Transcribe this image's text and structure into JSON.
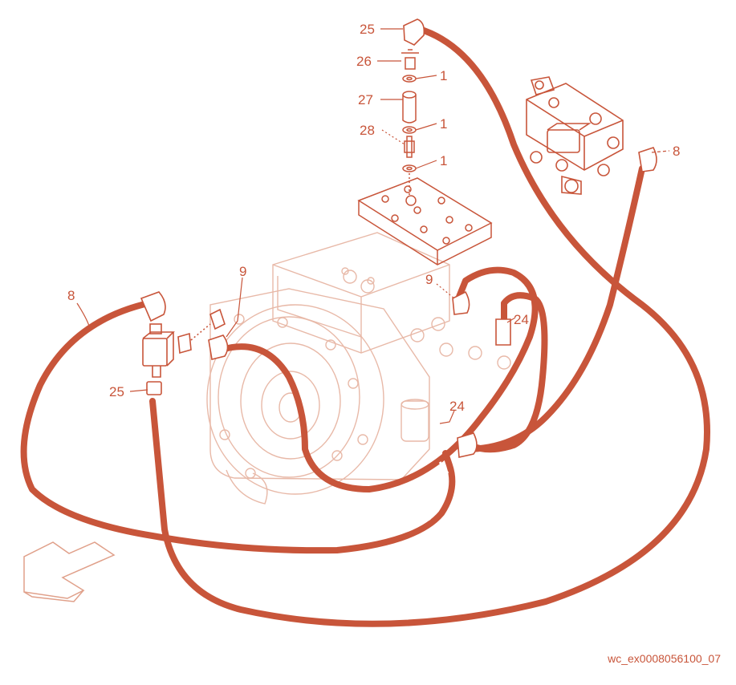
{
  "colors": {
    "hose": "#c8553a",
    "line": "#c8553a",
    "light": "#e8b9a8",
    "label": "#c8553a",
    "background": "#ffffff"
  },
  "callouts": {
    "c25_top": "25",
    "c26": "26",
    "c1_a": "1",
    "c27": "27",
    "c1_b": "1",
    "c28": "28",
    "c1_c": "1",
    "c8_right": "8",
    "c8_left": "8",
    "c9_left": "9",
    "c9_mid": "9",
    "c24_upper": "24",
    "c25_left": "25",
    "c24_lower": "24"
  },
  "figure_id": "wc_ex0008056100_07"
}
